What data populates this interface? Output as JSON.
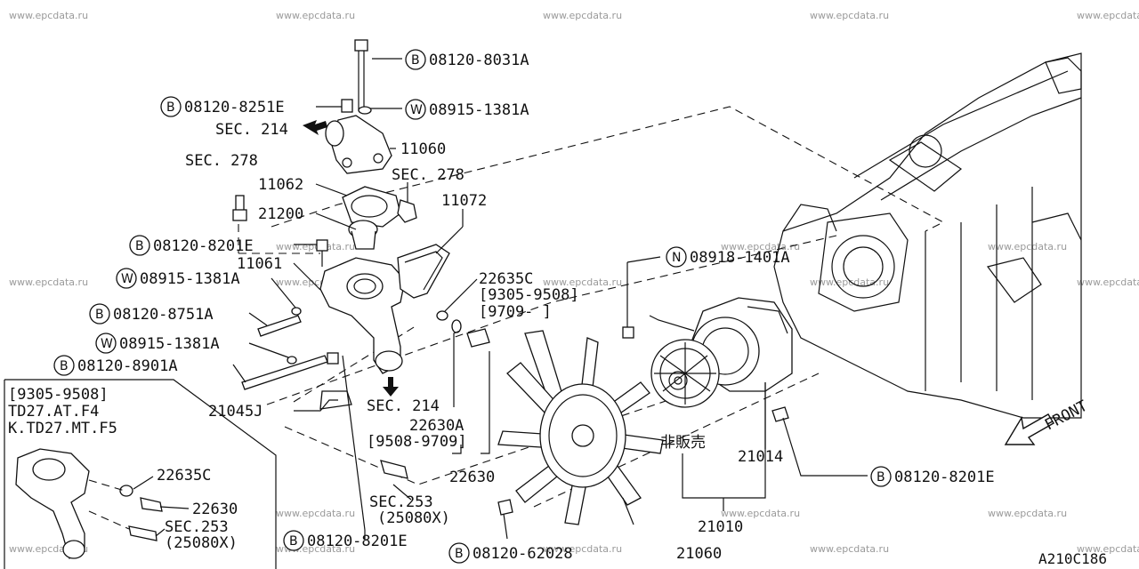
{
  "watermark": "www.epcdata.ru",
  "diagram_code": "A210C186",
  "labels": {
    "b_8031a": "08120-8031A",
    "w_1381a_top": "08915-1381A",
    "b_8251e": "08120-8251E",
    "sec214_top": "SEC. 214",
    "p11060": "11060",
    "sec278_left": "SEC. 278",
    "sec278_right": "SEC. 278",
    "p11062": "11062",
    "p11072": "11072",
    "p21200": "21200",
    "b_8201e_a": "08120-8201E",
    "p11061": "11061",
    "w_1381a_mid": "08915-1381A",
    "b_8751a": "08120-8751A",
    "w_1381a_low": "08915-1381A",
    "b_8901a": "08120-8901A",
    "p22635c": "22635C",
    "r_9305_9508": "[9305-9508]",
    "r_9709": "[9709-     ]",
    "n_1401a": "08918-1401A",
    "p21045j": "21045J",
    "sec214_low": "SEC. 214",
    "p22630a": "22630A",
    "r_9508_9709": "[9508-9709]",
    "p22630": "22630",
    "sec253": "SEC.253",
    "p25080x": "(25080X)",
    "b_8201e_b": "08120-8201E",
    "b_62028": "08120-62028",
    "p21060": "21060",
    "not_sold": "非販売",
    "p21014": "21014",
    "p21010": "21010",
    "b_8201e_c": "08120-8201E",
    "front": "FRONT",
    "inset_range": "[9305-9508]",
    "inset_line2": "TD27.AT.F4",
    "inset_line3": "K.TD27.MT.F5",
    "inset_22635c": "22635C",
    "inset_22630": "22630",
    "inset_sec253": "SEC.253",
    "inset_25080x": "(25080X)"
  },
  "markers": {
    "bolt": "B",
    "washer": "W",
    "nut": "N"
  }
}
